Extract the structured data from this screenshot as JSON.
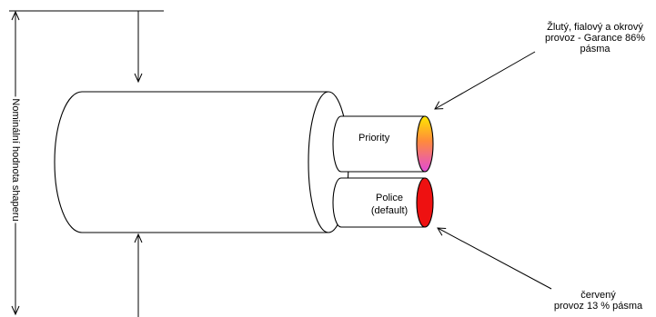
{
  "labels": {
    "vertical": "Nominální hodnota shaperu",
    "priority": "Priority",
    "police_line1": "Police",
    "police_line2": "(default)",
    "note_top_line1": "Žlutý, fialový a okrový",
    "note_top_line2": "provoz  - Garance 86%",
    "note_top_line3": "pásma",
    "note_bottom_line1": "červený",
    "note_bottom_line2": "provoz 13 % pásma"
  },
  "colors": {
    "stroke": "#000000",
    "police_fill": "#ee1111",
    "priority_gradient": [
      "#ffe600",
      "#ff8a3c",
      "#e24bd6"
    ]
  }
}
